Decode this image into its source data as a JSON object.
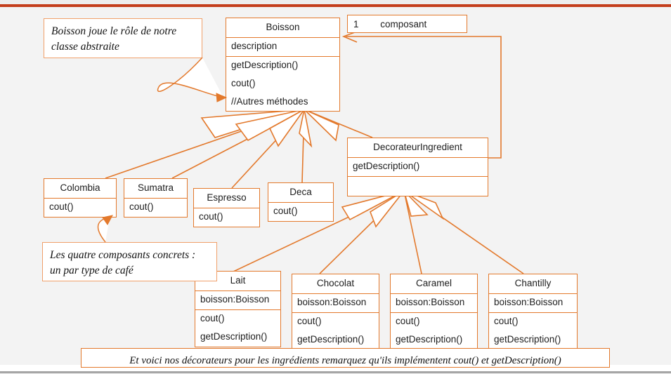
{
  "slide": {
    "accent_dark": "#c43e1c",
    "accent": "#e3792c",
    "accent_light": "#f0a06a",
    "background": "#f3f3f3"
  },
  "notes": {
    "abstract_note_line1": "Boisson joue le rôle de notre",
    "abstract_note_line2": "classe abstraite",
    "components_note_line1": "Les quatre composants concrets :",
    "components_note_line2": "un par type de café",
    "caption": "Et voici nos décorateurs pour les ingrédients remarquez qu'ils implémentent cout() et getDescription()"
  },
  "association": {
    "multiplicity": "1",
    "role": "composant"
  },
  "classes": {
    "boisson": {
      "name": "Boisson",
      "attributes": [
        "description"
      ],
      "methods": [
        "getDescription()",
        "cout()",
        "//Autres méthodes"
      ]
    },
    "decorateur": {
      "name": "DecorateurIngredient",
      "methods": [
        "getDescription()"
      ]
    },
    "colombia": {
      "name": "Colombia",
      "methods": [
        "cout()"
      ]
    },
    "sumatra": {
      "name": "Sumatra",
      "methods": [
        "cout()"
      ]
    },
    "espresso": {
      "name": "Espresso",
      "methods": [
        "cout()"
      ]
    },
    "deca": {
      "name": "Deca",
      "methods": [
        "cout()"
      ]
    },
    "lait": {
      "name": "Lait",
      "attributes": [
        "boisson:Boisson"
      ],
      "methods": [
        "cout()",
        "getDescription()"
      ]
    },
    "chocolat": {
      "name": "Chocolat",
      "attributes": [
        "boisson:Boisson"
      ],
      "methods": [
        "cout()",
        "getDescription()"
      ]
    },
    "caramel": {
      "name": "Caramel",
      "attributes": [
        "boisson:Boisson"
      ],
      "methods": [
        "cout()",
        "getDescription()"
      ]
    },
    "chantilly": {
      "name": "Chantilly",
      "attributes": [
        "boisson:Boisson"
      ],
      "methods": [
        "cout()",
        "getDescription()"
      ]
    }
  }
}
